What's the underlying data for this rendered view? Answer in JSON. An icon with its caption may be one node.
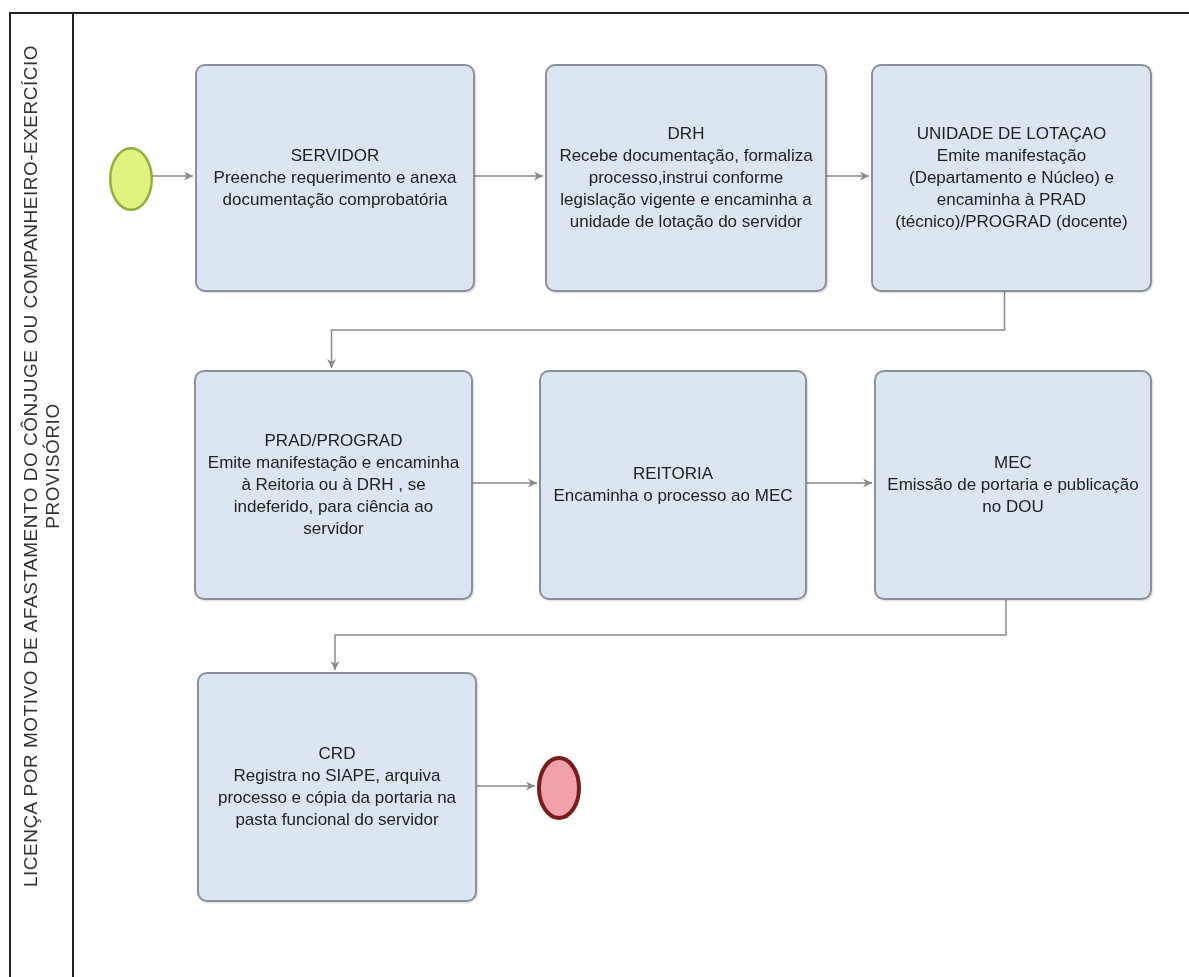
{
  "diagram": {
    "nodes": [
      {
        "text": [
          "LICENÇA POR MOTIVO DE AFASTAMENTO DO CÔNJUGE OU COMPANHEIRO-EXERCÍCIO PROVISÓRIO"
        ]
      },
      {
        "text": [],
        "shape": "circle",
        "in": 0
      },
      {
        "text": [
          "SERVIDOR",
          "Preenche requerimento e anexa documentação comprobatória"
        ],
        "in": 0
      },
      {
        "text": [
          "DRH",
          "Recebe documentação, formaliza processo,instrui conforme legislação vigente e encaminha a unidade de lotação do servidor"
        ],
        "in": 0
      },
      {
        "text": [
          "UNIDADE DE LOTAÇAO",
          "Emite manifestação (Departamento e Núcleo) e encaminha à PRAD (técnico)/PROGRAD (docente)"
        ],
        "in": 0
      },
      {
        "text": [
          "PRAD/PROGRAD",
          "Emite manifestação e encaminha à Reitoria ou à DRH , se indeferido, para ciência ao servidor"
        ],
        "in": 0
      },
      {
        "text": [
          "REITORIA",
          "Encaminha o processo ao MEC"
        ],
        "in": 0
      },
      {
        "text": [
          "MEC",
          "Emissão de portaria e publicação no DOU"
        ],
        "in": 0
      },
      {
        "text": [
          "CRD",
          "Registra no SIAPE, arquiva processo e cópia da portaria na pasta funcional do servidor"
        ],
        "in": 0
      },
      {
        "text": [],
        "shape": "circle",
        "in": 0
      }
    ],
    "edges": [
      {
        "from": 1,
        "to": 2,
        "arrow": "to"
      },
      {
        "from": 2,
        "to": 3,
        "arrow": "to"
      },
      {
        "from": 3,
        "to": 4,
        "arrow": "to"
      },
      {
        "from": 4,
        "to": 5,
        "arrow": "to"
      },
      {
        "from": 5,
        "to": 6,
        "arrow": "to"
      },
      {
        "from": 6,
        "to": 7,
        "arrow": "to"
      },
      {
        "from": 7,
        "to": 8,
        "arrow": "to"
      },
      {
        "from": 8,
        "to": 9,
        "arrow": "to"
      }
    ]
  }
}
